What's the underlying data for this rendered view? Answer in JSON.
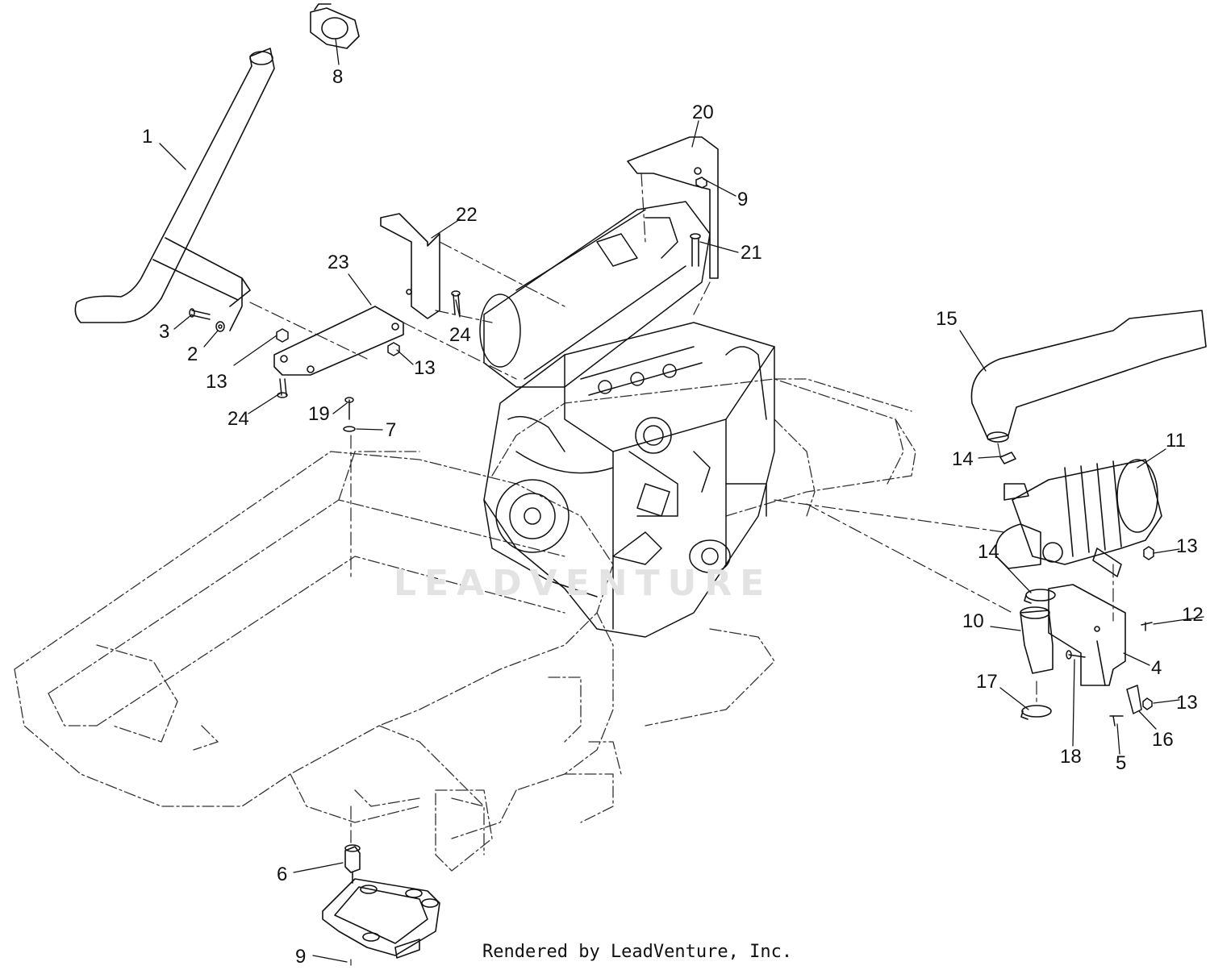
{
  "watermark": "LEADVENTURE",
  "footer": "Rendered by LeadVenture, Inc.",
  "callouts": [
    {
      "id": "c8",
      "text": "8"
    },
    {
      "id": "c1",
      "text": "1"
    },
    {
      "id": "c20",
      "text": "20"
    },
    {
      "id": "c9a",
      "text": "9"
    },
    {
      "id": "c22",
      "text": "22"
    },
    {
      "id": "c21",
      "text": "21"
    },
    {
      "id": "c23",
      "text": "23"
    },
    {
      "id": "c15",
      "text": "15"
    },
    {
      "id": "c3",
      "text": "3"
    },
    {
      "id": "c2",
      "text": "2"
    },
    {
      "id": "c24a",
      "text": "24"
    },
    {
      "id": "c13a",
      "text": "13"
    },
    {
      "id": "c13b",
      "text": "13"
    },
    {
      "id": "c24b",
      "text": "24"
    },
    {
      "id": "c19",
      "text": "19"
    },
    {
      "id": "c7",
      "text": "7"
    },
    {
      "id": "c11",
      "text": "11"
    },
    {
      "id": "c14a",
      "text": "14"
    },
    {
      "id": "c14b",
      "text": "14"
    },
    {
      "id": "c13c",
      "text": "13"
    },
    {
      "id": "c12",
      "text": "12"
    },
    {
      "id": "c10",
      "text": "10"
    },
    {
      "id": "c4",
      "text": "4"
    },
    {
      "id": "c17",
      "text": "17"
    },
    {
      "id": "c13d",
      "text": "13"
    },
    {
      "id": "c16",
      "text": "16"
    },
    {
      "id": "c18",
      "text": "18"
    },
    {
      "id": "c5",
      "text": "5"
    },
    {
      "id": "c6",
      "text": "6"
    },
    {
      "id": "c9b",
      "text": "9"
    }
  ]
}
